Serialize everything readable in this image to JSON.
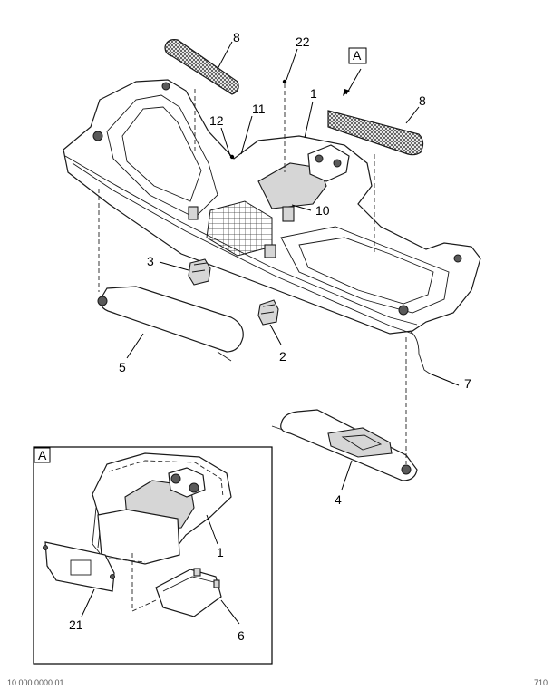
{
  "callouts": {
    "c8a": "8",
    "c22": "22",
    "cA_top": "A",
    "c1": "1",
    "c8b": "8",
    "c12": "12",
    "c11": "11",
    "c10": "10",
    "c3": "3",
    "c2": "2",
    "c5": "5",
    "c7": "7",
    "c4": "4",
    "inset_label": "A",
    "inset_c1": "1",
    "inset_c21": "21",
    "inset_c6": "6"
  },
  "footer": {
    "left": "10 000 0000 01",
    "right": "710"
  },
  "colors": {
    "line": "#1a1a1a",
    "background": "#ffffff",
    "fill_light": "#d6d6d6"
  }
}
